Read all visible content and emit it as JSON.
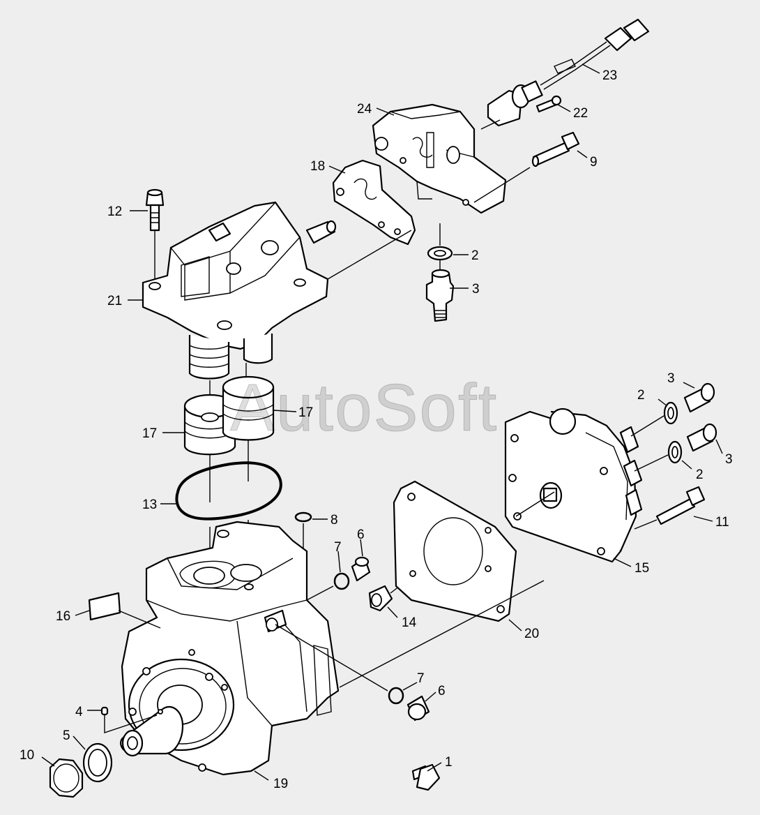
{
  "watermark": "AutoSoft",
  "colors": {
    "background": "#eeeeee",
    "line": "#000000",
    "fill": "#ffffff"
  },
  "callouts": [
    {
      "id": "c1",
      "label": "1"
    },
    {
      "id": "c2a",
      "label": "2"
    },
    {
      "id": "c2b",
      "label": "2"
    },
    {
      "id": "c2c",
      "label": "2"
    },
    {
      "id": "c3a",
      "label": "3"
    },
    {
      "id": "c3b",
      "label": "3"
    },
    {
      "id": "c3c",
      "label": "3"
    },
    {
      "id": "c4",
      "label": "4"
    },
    {
      "id": "c5",
      "label": "5"
    },
    {
      "id": "c6a",
      "label": "6"
    },
    {
      "id": "c6b",
      "label": "6"
    },
    {
      "id": "c7a",
      "label": "7"
    },
    {
      "id": "c7b",
      "label": "7"
    },
    {
      "id": "c8",
      "label": "8"
    },
    {
      "id": "c9",
      "label": "9"
    },
    {
      "id": "c10",
      "label": "10"
    },
    {
      "id": "c11",
      "label": "11"
    },
    {
      "id": "c12",
      "label": "12"
    },
    {
      "id": "c13",
      "label": "13"
    },
    {
      "id": "c14",
      "label": "14"
    },
    {
      "id": "c15",
      "label": "15"
    },
    {
      "id": "c16",
      "label": "16"
    },
    {
      "id": "c17a",
      "label": "17"
    },
    {
      "id": "c17b",
      "label": "17"
    },
    {
      "id": "c18",
      "label": "18"
    },
    {
      "id": "c19",
      "label": "19"
    },
    {
      "id": "c20",
      "label": "20"
    },
    {
      "id": "c21",
      "label": "21"
    },
    {
      "id": "c22",
      "label": "22"
    },
    {
      "id": "c23",
      "label": "23"
    },
    {
      "id": "c24",
      "label": "24"
    }
  ]
}
